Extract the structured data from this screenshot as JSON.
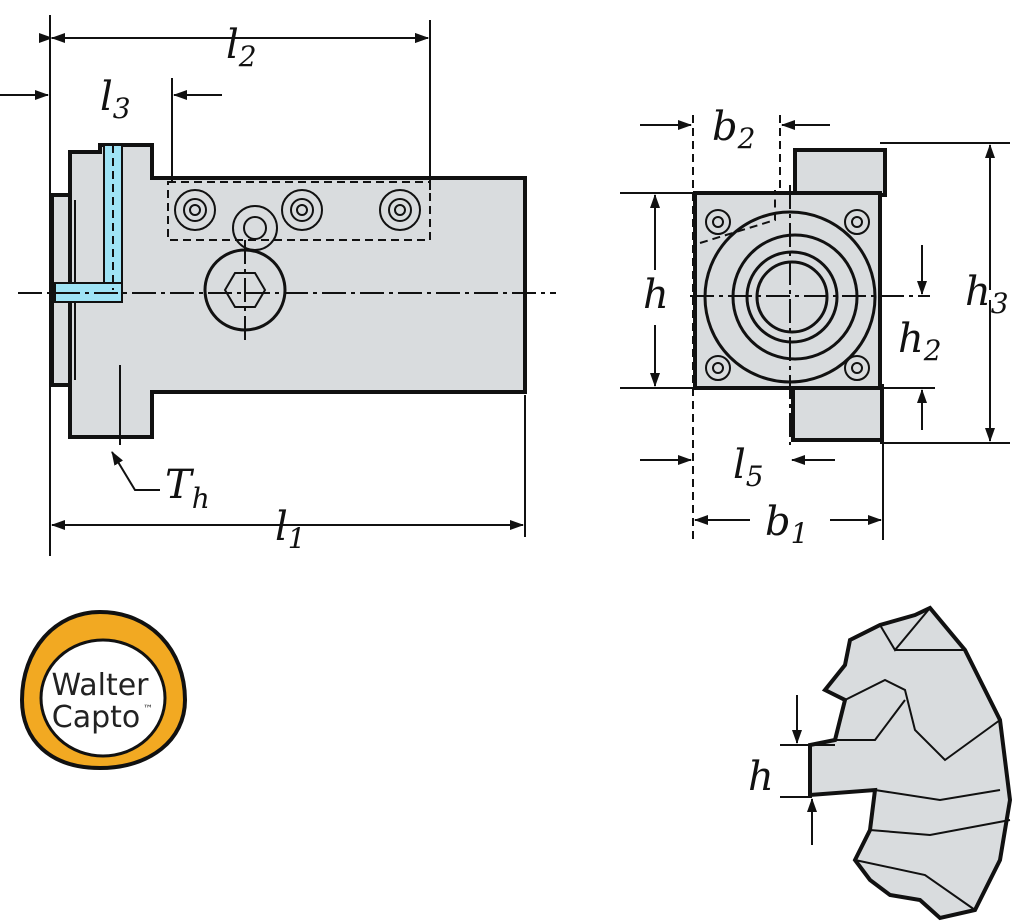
{
  "labels": {
    "l2": {
      "main": "l",
      "sub": "2"
    },
    "l3": {
      "main": "l",
      "sub": "3"
    },
    "l1": {
      "main": "l",
      "sub": "1"
    },
    "th": {
      "main": "T",
      "sub": "h"
    },
    "b2": {
      "main": "b",
      "sub": "2"
    },
    "h": {
      "main": "h"
    },
    "h3": {
      "main": "h",
      "sub": "3"
    },
    "h2": {
      "main": "h",
      "sub": "2"
    },
    "l5": {
      "main": "l",
      "sub": "5"
    },
    "b1": {
      "main": "b",
      "sub": "1"
    },
    "h_profile": {
      "main": "h"
    }
  },
  "logo": {
    "line1": "Walter",
    "line2": "Capto",
    "tm": "™"
  },
  "colors": {
    "body": "#d9dcde",
    "highlight": "#9fe3f5",
    "logo_ring": "#f2a922"
  }
}
